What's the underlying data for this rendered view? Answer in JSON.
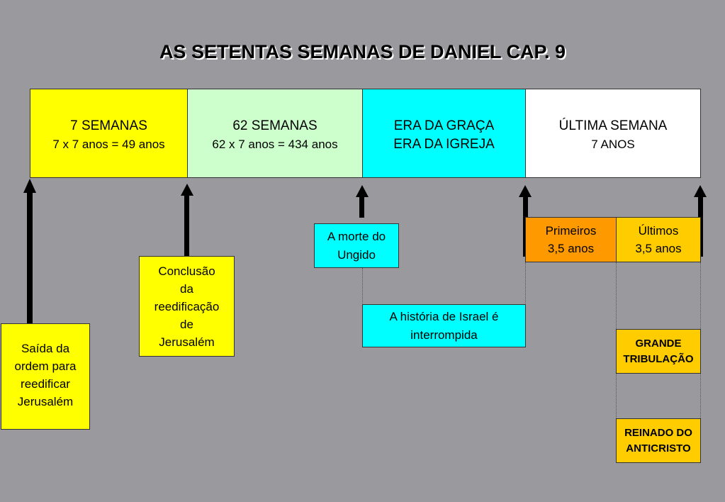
{
  "title": "AS SETENTAS SEMANAS DE DANIEL CAP. 9",
  "colors": {
    "background": "#9a999e",
    "yellow": "#ffff00",
    "light_green": "#ccffcc",
    "cyan": "#00ffff",
    "white": "#ffffff",
    "orange": "#ff9900",
    "gold": "#ffcc00"
  },
  "timeline": [
    {
      "line1": "7 SEMANAS",
      "line2": "7 x 7 anos = 49 anos"
    },
    {
      "line1": "62 SEMANAS",
      "line2": "62 x 7 anos = 434 anos"
    },
    {
      "line1": "ERA DA GRAÇA",
      "line2": "ERA DA IGREJA"
    },
    {
      "line1": "ÚLTIMA SEMANA",
      "line2": "7 ANOS"
    }
  ],
  "events": {
    "saida": [
      "Saída da",
      "ordem para",
      "reedificar",
      "Jerusalém"
    ],
    "conclusao": [
      "Conclusão",
      "da",
      "reedificação",
      "de",
      "Jerusalém"
    ],
    "morte": [
      "A morte do",
      "Ungido"
    ],
    "historia": [
      "A história de Israel é",
      "interrompida"
    ]
  },
  "halves": {
    "primeiros": [
      "Primeiros",
      "3,5 anos"
    ],
    "ultimos": [
      "Últimos",
      "3,5 anos"
    ]
  },
  "tribulacao": [
    "GRANDE",
    "TRIBULAÇÃO"
  ],
  "reinado": [
    "REINADO DO",
    "ANTICRISTO"
  ]
}
